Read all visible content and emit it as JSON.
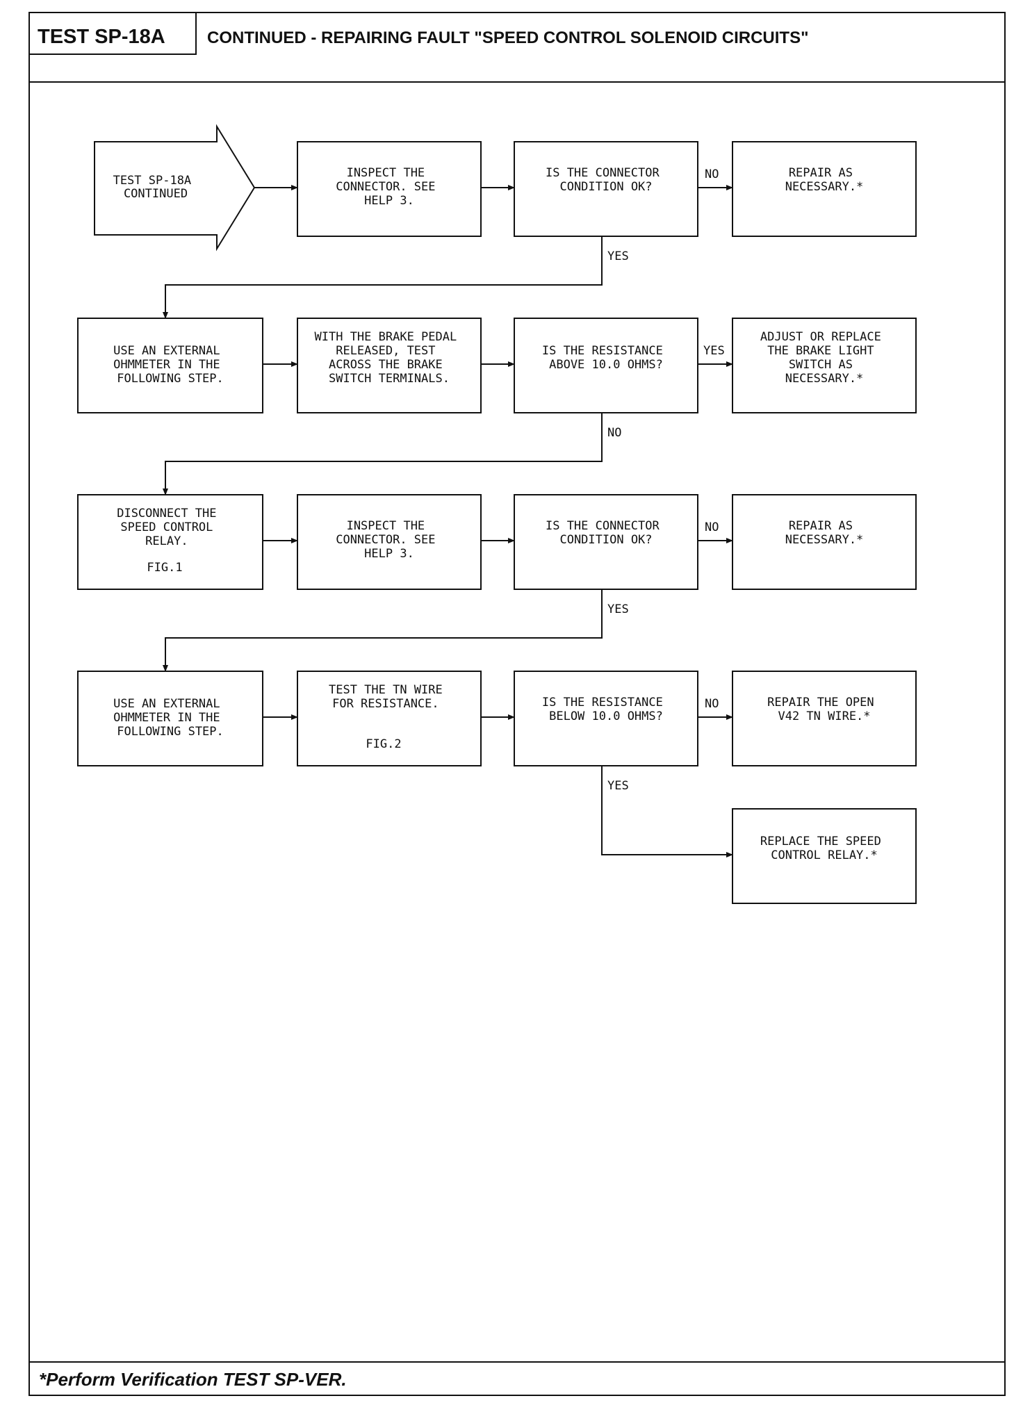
{
  "header": {
    "test_id": "TEST SP-18A",
    "title": "CONTINUED - REPAIRING FAULT \"SPEED CONTROL SOLENOID CIRCUITS\""
  },
  "footer": {
    "note": "*Perform Verification TEST SP-VER."
  },
  "flowchart": {
    "entry": [
      "TEST SP-18A",
      "CONTINUED"
    ],
    "boxes": {
      "r1_inspect": [
        "INSPECT THE",
        "CONNECTOR. SEE",
        "HELP 3."
      ],
      "r1_question": [
        "IS THE CONNECTOR",
        "CONDITION OK?"
      ],
      "r1_repair": [
        "REPAIR AS",
        "NECESSARY.*"
      ],
      "r2_use": [
        "USE AN EXTERNAL",
        "OHMMETER IN THE",
        "FOLLOWING STEP."
      ],
      "r2_brake": [
        "WITH THE BRAKE PEDAL",
        "RELEASED, TEST",
        "ACROSS THE BRAKE",
        "SWITCH TERMINALS."
      ],
      "r2_question": [
        "IS THE RESISTANCE",
        "ABOVE 10.0 OHMS?"
      ],
      "r2_adjust": [
        "ADJUST OR REPLACE",
        "THE BRAKE LIGHT",
        "SWITCH AS",
        "NECESSARY.*"
      ],
      "r3_disconnect": [
        "DISCONNECT THE",
        "SPEED CONTROL",
        "RELAY.",
        "",
        "FIG.1"
      ],
      "r3_inspect": [
        "INSPECT THE",
        "CONNECTOR. SEE",
        "HELP 3."
      ],
      "r3_question": [
        "IS THE CONNECTOR",
        "CONDITION OK?"
      ],
      "r3_repair": [
        "REPAIR AS",
        "NECESSARY.*"
      ],
      "r4_use": [
        "USE AN EXTERNAL",
        "OHMMETER IN THE",
        "FOLLOWING STEP."
      ],
      "r4_test": [
        "TEST THE TN WIRE",
        "FOR RESISTANCE.",
        "",
        "FIG.2"
      ],
      "r4_question": [
        "IS THE RESISTANCE",
        "BELOW 10.0 OHMS?"
      ],
      "r4_repair": [
        "REPAIR THE OPEN",
        "V42 TN WIRE.*"
      ],
      "r5_replace": [
        "REPLACE THE SPEED",
        "CONTROL RELAY.*"
      ]
    },
    "labels": {
      "r1_no": "NO",
      "r1_yes": "YES",
      "r2_yes": "YES",
      "r2_no": "NO",
      "r3_no": "NO",
      "r3_yes": "YES",
      "r4_no": "NO",
      "r4_yes": "YES"
    }
  }
}
